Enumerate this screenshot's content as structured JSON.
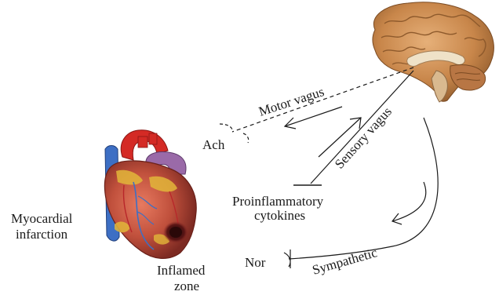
{
  "labels": {
    "motor_vagus": "Motor vagus",
    "sensory_vagus": "Sensory vagus",
    "ach": "Ach",
    "proinflammatory_line1": "Proinflammatory",
    "proinflammatory_line2": "cytokines",
    "myocardial_line1": "Myocardial",
    "myocardial_line2": "infarction",
    "nor": "Nor",
    "sympathetic": "Sympathetic",
    "inflamed_line1": "Inflamed",
    "inflamed_line2": "zone"
  },
  "colors": {
    "line": "#1a1a1a",
    "brain_cortex": "#c8864a",
    "heart_muscle": "#c0503c",
    "aorta_red": "#d42a25",
    "vein_blue": "#3d6fc4",
    "fat_yellow": "#e2b63a",
    "infarct": "#3a0e0e"
  },
  "icons": {
    "brain": "brain-illustration",
    "heart": "heart-illustration"
  }
}
